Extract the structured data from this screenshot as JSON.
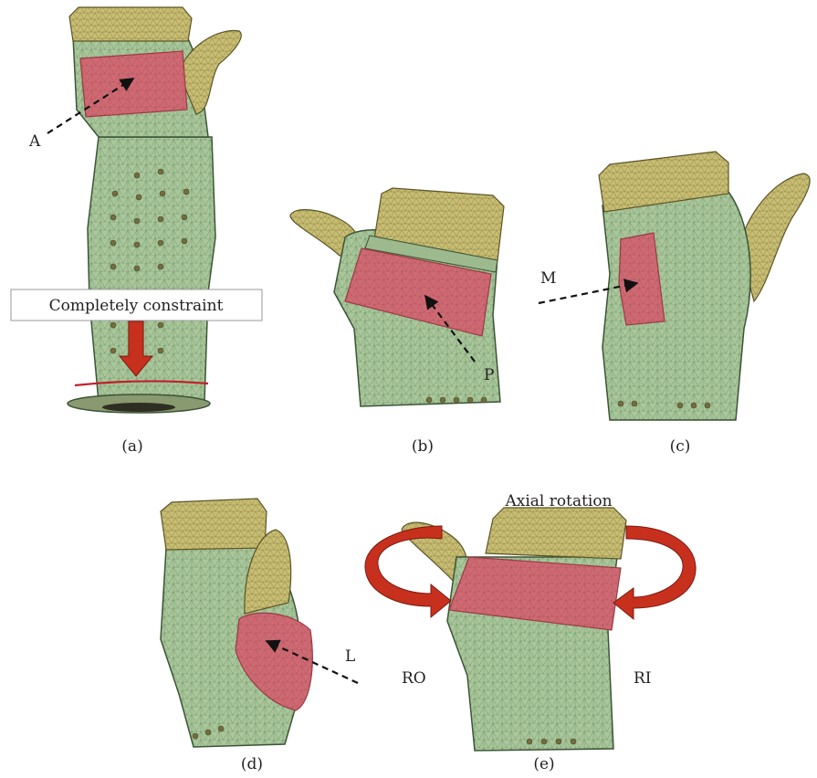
{
  "panels": [
    {
      "id": "a",
      "caption": "(a)",
      "region": "A",
      "extra_label": "Completely constraint"
    },
    {
      "id": "b",
      "caption": "(b)",
      "region": "P"
    },
    {
      "id": "c",
      "caption": "(c)",
      "region": "M"
    },
    {
      "id": "d",
      "caption": "(d)",
      "region": "L"
    },
    {
      "id": "e",
      "caption": "(e)",
      "title": "Axial rotation",
      "left_label": "RO",
      "right_label": "RI"
    }
  ],
  "colors": {
    "cast": "#a9c79a",
    "mesh_line": "#4f6e4a",
    "fingers": "#c8bd72",
    "load_region": "#cf6a73",
    "constraint_line": "#c0202a",
    "arrow_red": "#c8301e"
  }
}
